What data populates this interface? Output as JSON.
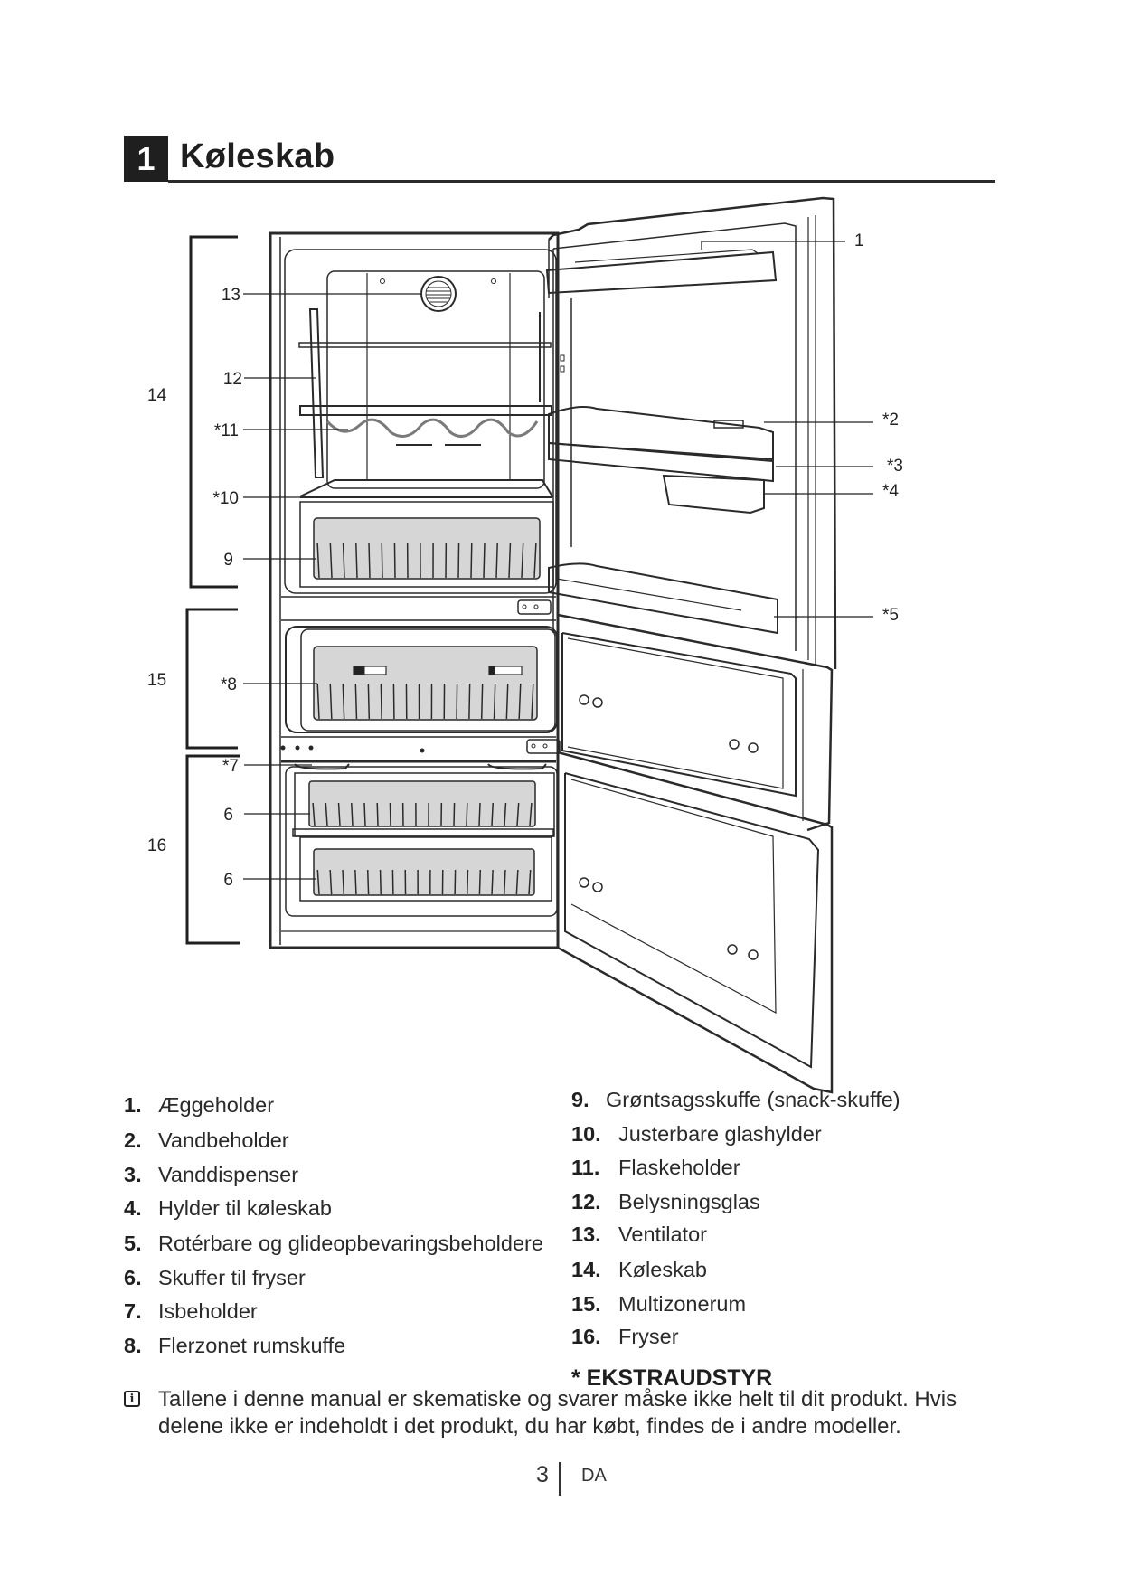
{
  "section": {
    "number": "1",
    "title": "Køleskab"
  },
  "diagram": {
    "callouts_left": [
      {
        "id": "13",
        "label": "13"
      },
      {
        "id": "12",
        "label": "12"
      },
      {
        "id": "11",
        "label": "*11"
      },
      {
        "id": "10",
        "label": "*10"
      },
      {
        "id": "9",
        "label": "9"
      },
      {
        "id": "8",
        "label": "*8"
      },
      {
        "id": "7",
        "label": "*7"
      },
      {
        "id": "6a",
        "label": "6"
      },
      {
        "id": "6b",
        "label": "6"
      }
    ],
    "callouts_right": [
      {
        "id": "1",
        "label": "1"
      },
      {
        "id": "2",
        "label": "*2"
      },
      {
        "id": "3",
        "label": "*3"
      },
      {
        "id": "4",
        "label": "*4"
      },
      {
        "id": "5",
        "label": "*5"
      }
    ],
    "brackets": [
      {
        "id": "14",
        "label": "14"
      },
      {
        "id": "15",
        "label": "15"
      },
      {
        "id": "16",
        "label": "16"
      }
    ]
  },
  "legend": {
    "left": [
      {
        "num": "1.",
        "text": "Æggeholder"
      },
      {
        "num": "2.",
        "text": "Vandbeholder"
      },
      {
        "num": "3.",
        "text": "Vanddispenser"
      },
      {
        "num": "4.",
        "text": "Hylder til køleskab"
      },
      {
        "num": "5.",
        "text": "Rotérbare og glideopbevaringsbeholdere"
      },
      {
        "num": "6.",
        "text": "Skuffer til fryser"
      },
      {
        "num": "7.",
        "text": "Isbeholder"
      },
      {
        "num": "8.",
        "text": "Flerzonet rumskuffe"
      }
    ],
    "right": [
      {
        "num": "9.",
        "text": "Grøntsagsskuffe (snack-skuffe)"
      },
      {
        "num": "10.",
        "text": "Justerbare glashylder"
      },
      {
        "num": "11.",
        "text": "Flaskeholder"
      },
      {
        "num": "12.",
        "text": "Belysningsglas"
      },
      {
        "num": "13.",
        "text": "Ventilator"
      },
      {
        "num": "14.",
        "text": "Køleskab"
      },
      {
        "num": "15.",
        "text": "Multizonerum"
      },
      {
        "num": "16.",
        "text": "Fryser"
      }
    ],
    "optional_note": "* EKSTRAUDSTYR"
  },
  "note": {
    "icon": "info-icon",
    "lines": [
      "Tallene i denne manual er skematiske og svarer måske ikke helt til dit produkt. Hvis",
      "delene ikke er indeholdt i det produkt, du har købt, findes de i andre modeller."
    ]
  },
  "footer": {
    "page": "3",
    "language": "DA"
  }
}
